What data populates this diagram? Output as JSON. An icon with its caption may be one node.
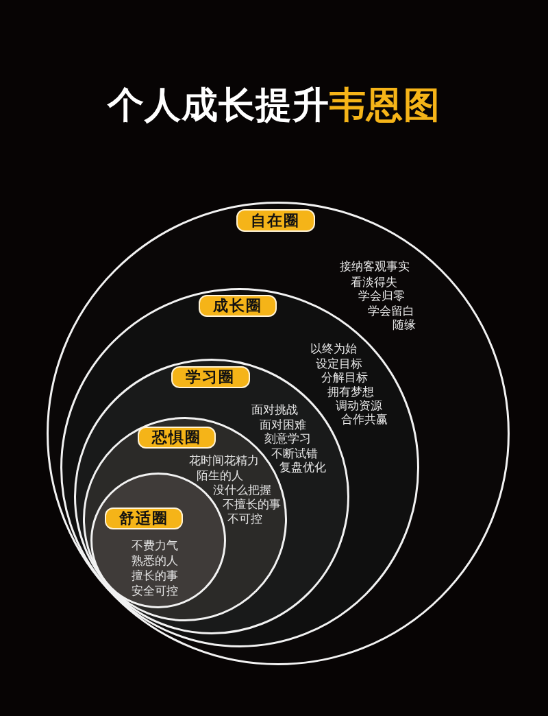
{
  "diagram": {
    "title": "个人成长提升**韦恩图**",
    "nodes": [
      {
        "text": [
          "自在圈",
          "接纳客观事实",
          "看淡得失",
          "学会归零",
          "学会留白",
          "随缘"
        ]
      },
      {
        "text": [
          "成长圈",
          "以终为始",
          "设定目标",
          "分解目标",
          "拥有梦想",
          "调动资源",
          "合作共赢"
        ],
        "in": 0
      },
      {
        "text": [
          "学习圈",
          "面对挑战",
          "面对困难",
          "刻意学习",
          "不断试错",
          "复盘优化"
        ],
        "in": 1
      },
      {
        "text": [
          "恐惧圈",
          "花时间花精力",
          "陌生的人",
          "没什么把握",
          "不擅长的事",
          "不可控"
        ],
        "in": 2
      },
      {
        "text": [
          "舒适圈",
          "不费力气",
          "熟悉的人",
          "擅长的事",
          "安全可控"
        ],
        "in": 3
      }
    ]
  }
}
